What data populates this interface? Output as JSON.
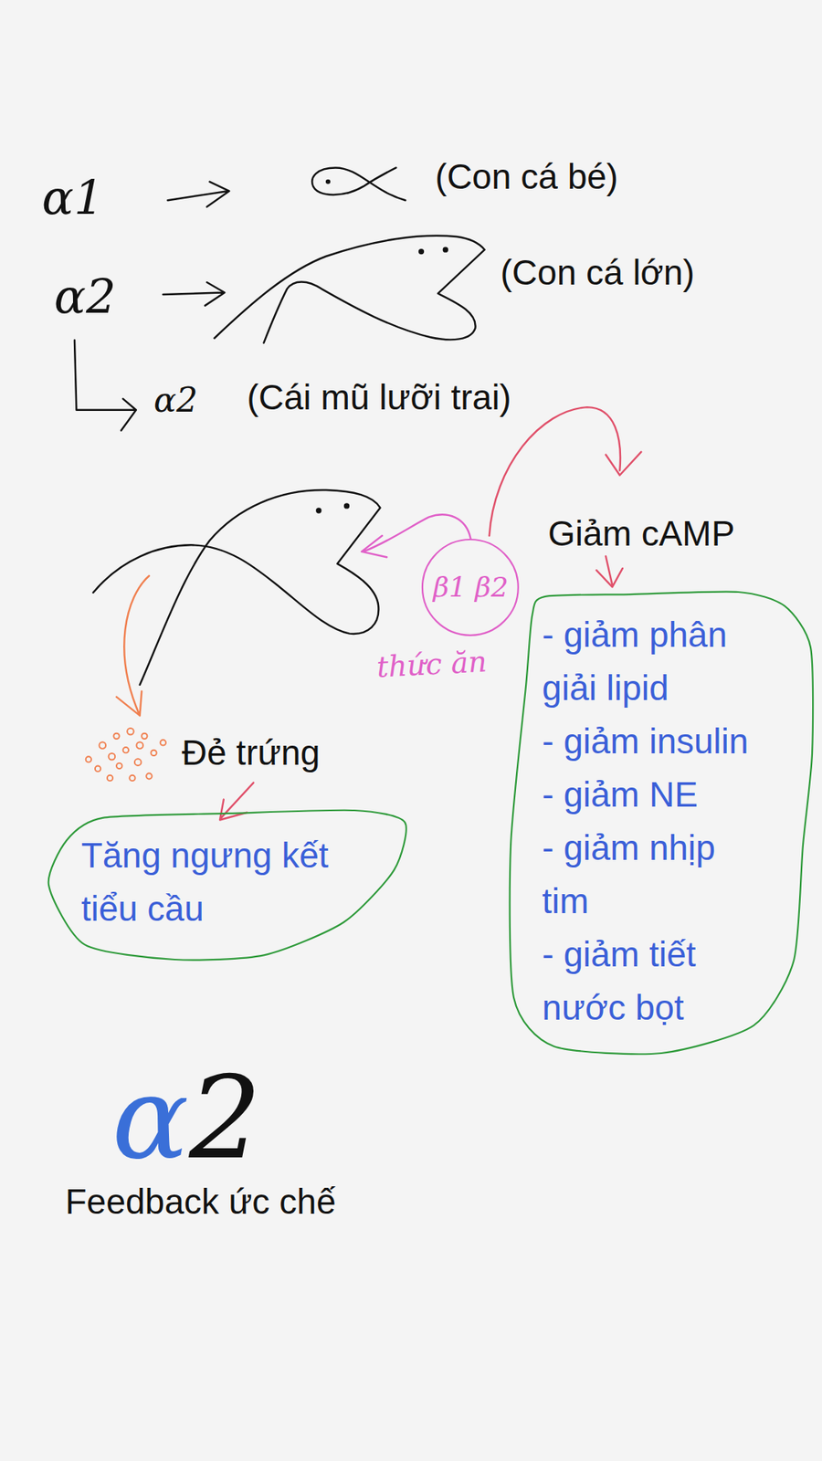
{
  "diagram": {
    "nodes": [
      {
        "text": [
          "β1 β2",
          "thức ăn"
        ]
      },
      {
        "text": [
          "- giảm phân giải lipid",
          "- giảm insulin",
          "- giảm NE",
          "- giảm nhịp tim",
          "- giảm tiết nước bọt"
        ]
      },
      {
        "text": [
          "Tăng ngưng kết tiểu cầu"
        ]
      }
    ],
    "labels": [
      "α1",
      "(Con cá bé)",
      "α2",
      "(Con cá lớn)",
      "α2",
      "(Cái mũ lưỡi trai)",
      "Giảm cAMP",
      "Đẻ trứng",
      "α2",
      "Feedback ức chế"
    ]
  }
}
